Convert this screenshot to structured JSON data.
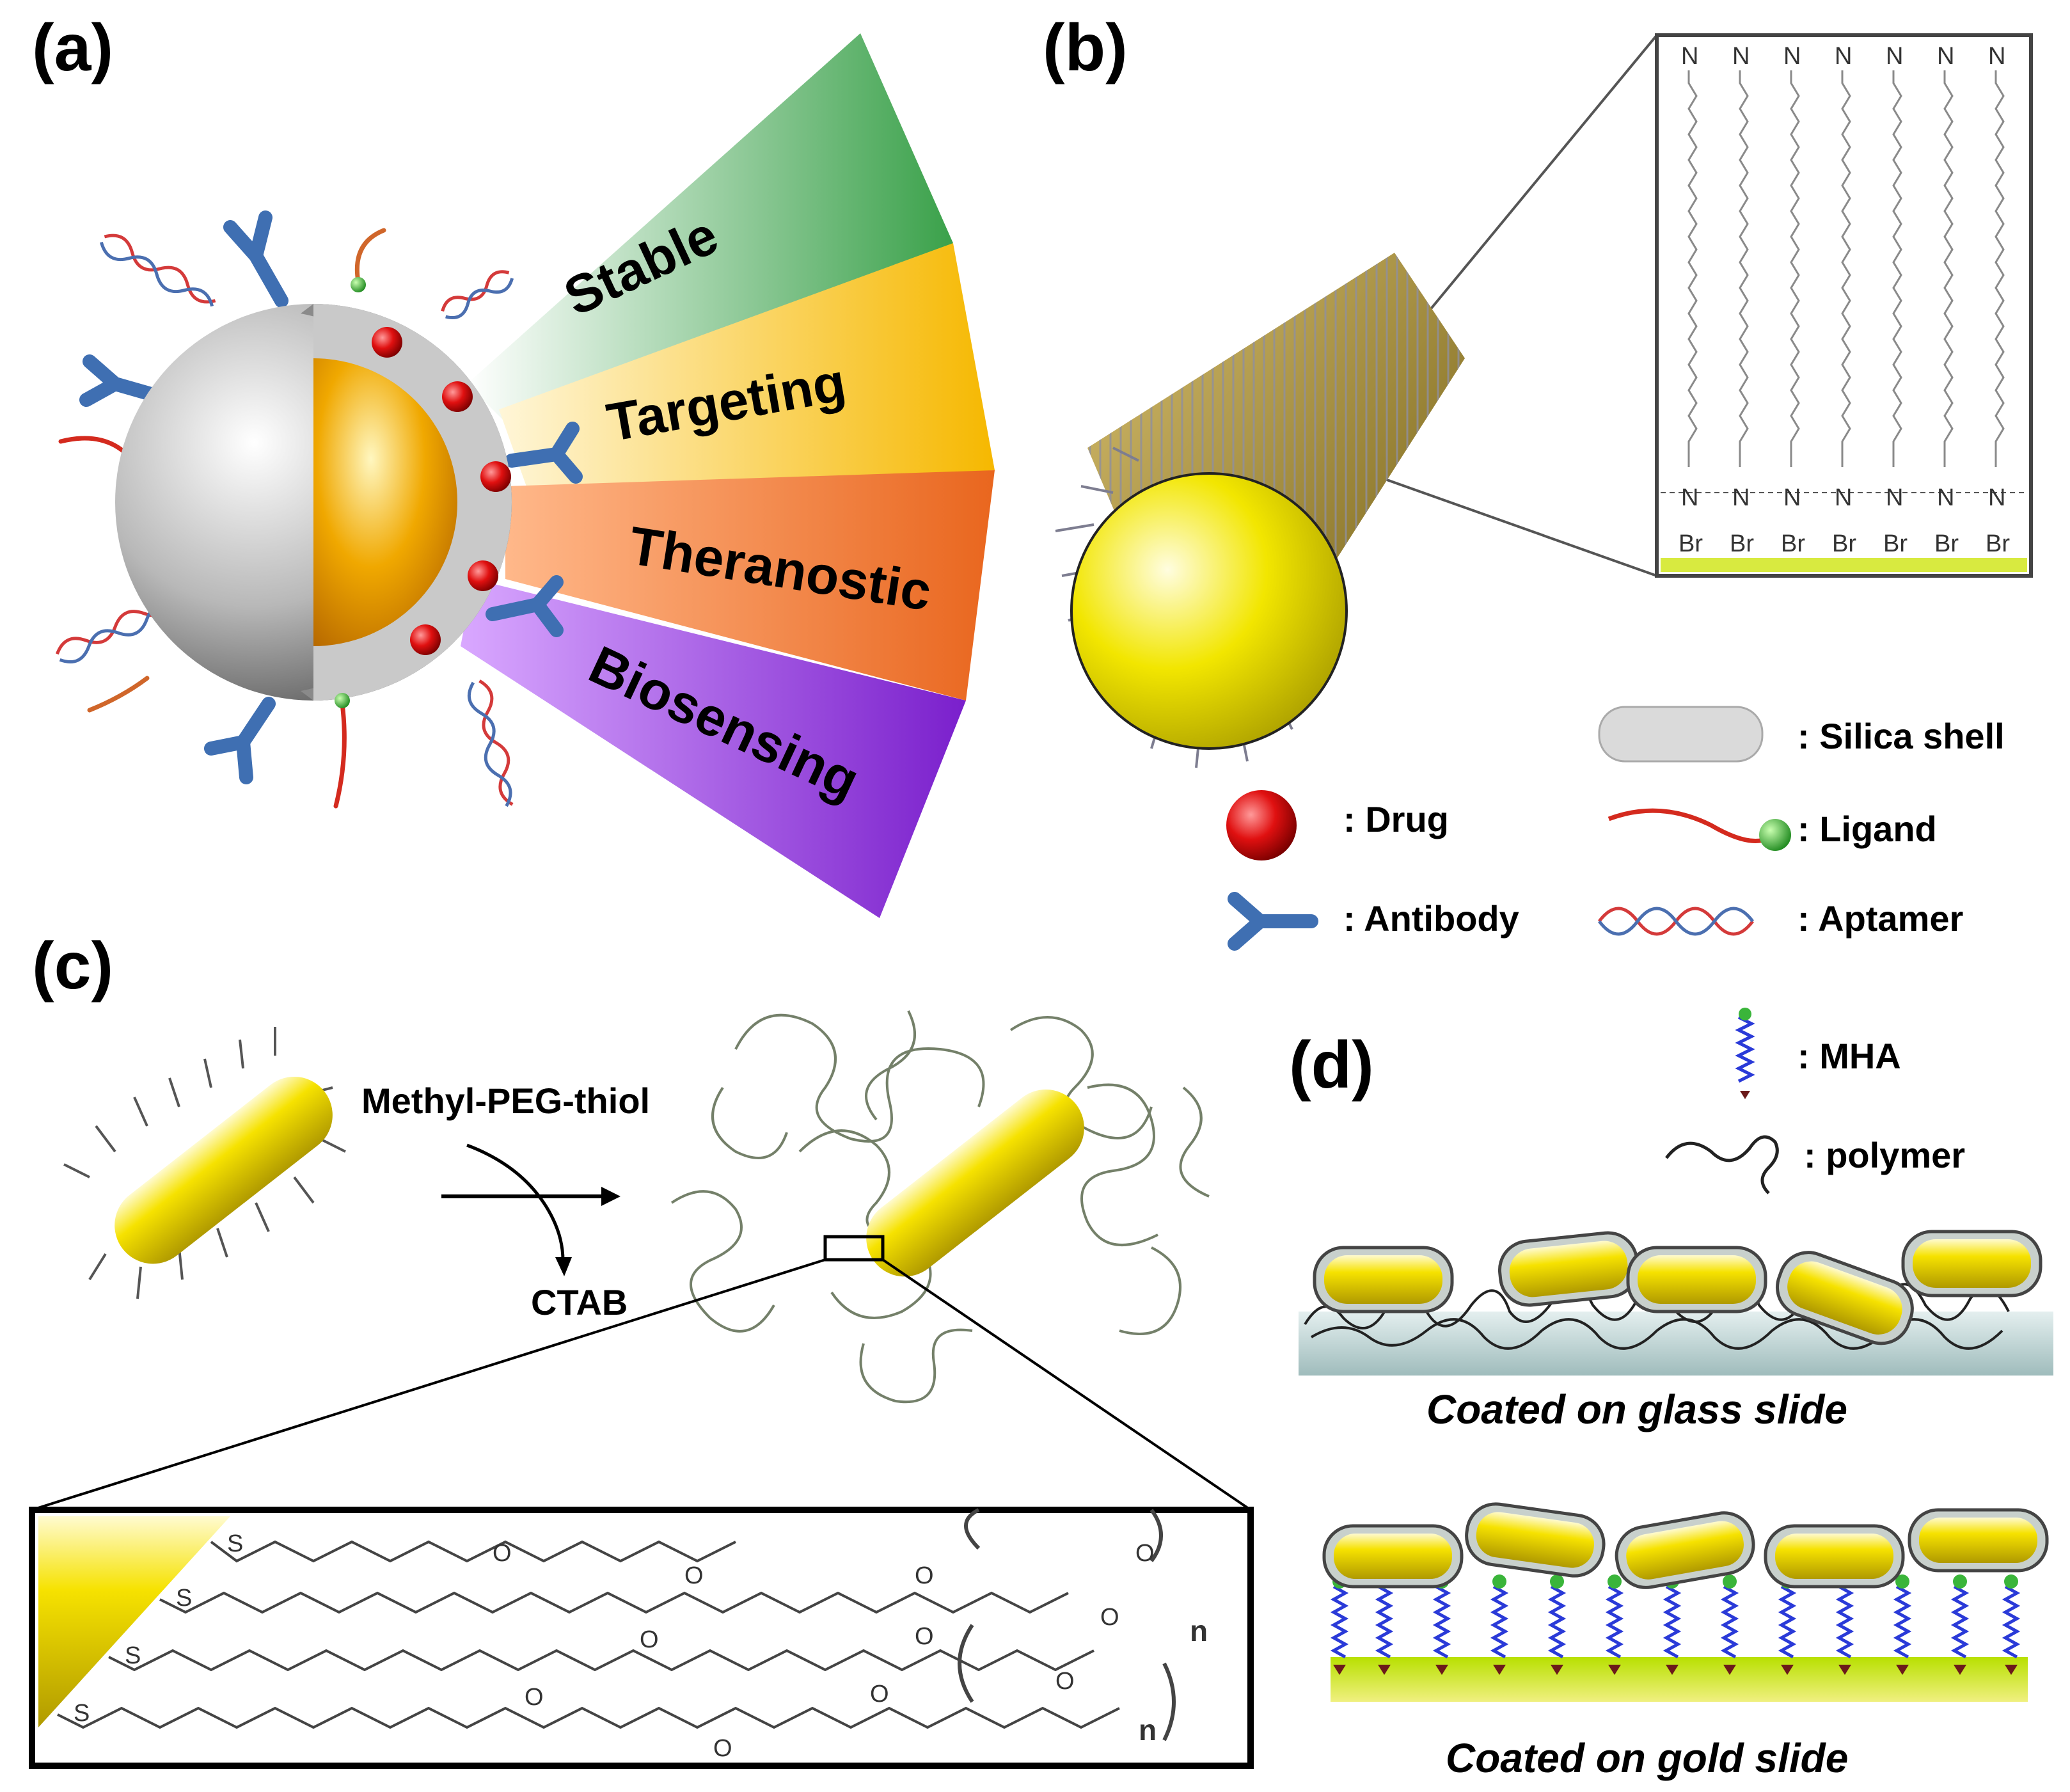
{
  "panels": {
    "a": {
      "label": "(a)",
      "rays": [
        {
          "text": "Stable",
          "color": "#3aa14a"
        },
        {
          "text": "Targeting",
          "color": "#f6b800"
        },
        {
          "text": "Theranostic",
          "color": "#e9661e"
        },
        {
          "text": "Biosensing",
          "color": "#8a2bd8"
        }
      ]
    },
    "b": {
      "label": "(b)",
      "legend": {
        "silica_shell": ": Silica shell",
        "drug": ": Drug",
        "ligand": ": Ligand",
        "antibody": ": Antibody",
        "aptamer": ": Aptamer",
        "mha": ": MHA",
        "polymer": ": polymer"
      },
      "inset_atoms": {
        "nitrogen": "N",
        "bromine": "Br"
      }
    },
    "c": {
      "label": "(c)",
      "reagent": "Methyl-PEG-thiol",
      "byproduct": "CTAB",
      "chem": {
        "sulfur": "S",
        "oxygen": "O",
        "subscript": "n"
      }
    },
    "d": {
      "label": "(d)",
      "caption_glass": "Coated on glass slide",
      "caption_gold": "Coated on gold slide"
    }
  },
  "colors": {
    "gold": "#f2d400",
    "drug_red": "#d10f0f",
    "antibody_blue": "#3f6fb2",
    "ligand_red": "#d42a1e",
    "silica_gray": "#9c9c9c"
  }
}
